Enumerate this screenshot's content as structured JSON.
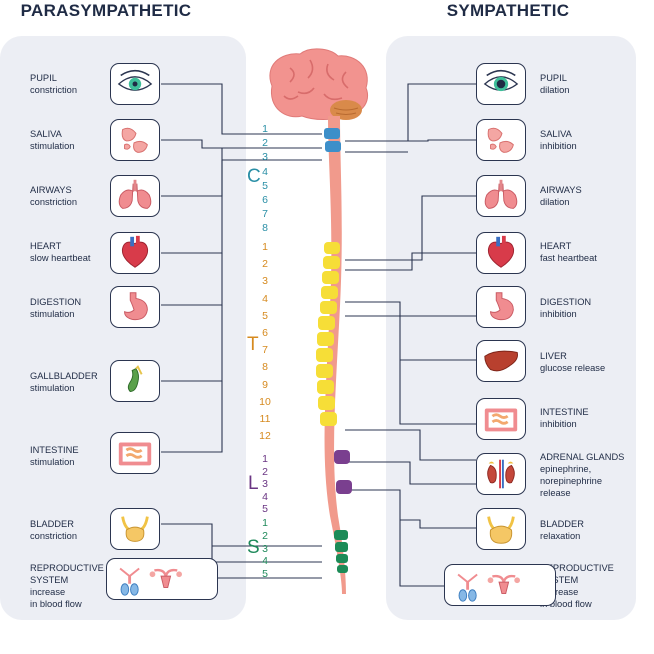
{
  "titles": {
    "left": "PARASYMPATHETIC",
    "right": "SYMPATHETIC"
  },
  "left": [
    {
      "title": "PUPIL",
      "effect": "constriction",
      "icon": "eye-icon"
    },
    {
      "title": "SALIVA",
      "effect": "stimulation",
      "icon": "salivary-gland-icon"
    },
    {
      "title": "AIRWAYS",
      "effect": "constriction",
      "icon": "lungs-icon"
    },
    {
      "title": "HEART",
      "effect": "slow heartbeat",
      "icon": "heart-icon"
    },
    {
      "title": "DIGESTION",
      "effect": "stimulation",
      "icon": "stomach-icon"
    },
    {
      "title": "GALLBLADDER",
      "effect": "stimulation",
      "icon": "gallbladder-icon"
    },
    {
      "title": "INTESTINE",
      "effect": "stimulation",
      "icon": "intestine-icon"
    },
    {
      "title": "BLADDER",
      "effect": "constriction",
      "icon": "bladder-icon"
    },
    {
      "title": "REPRODUCTIVE",
      "title2": "SYSTEM",
      "effect": "increase",
      "effect2": "in blood flow",
      "icon": "reproductive-organs-icon"
    }
  ],
  "right": [
    {
      "title": "PUPIL",
      "effect": "dilation",
      "icon": "eye-icon"
    },
    {
      "title": "SALIVA",
      "effect": "inhibition",
      "icon": "salivary-gland-icon"
    },
    {
      "title": "AIRWAYS",
      "effect": "dilation",
      "icon": "lungs-icon"
    },
    {
      "title": "HEART",
      "effect": "fast heartbeat",
      "icon": "heart-icon"
    },
    {
      "title": "DIGESTION",
      "effect": "inhibition",
      "icon": "stomach-icon"
    },
    {
      "title": "LIVER",
      "effect": "glucose release",
      "icon": "liver-icon"
    },
    {
      "title": "INTESTINE",
      "effect": "inhibition",
      "icon": "intestine-icon"
    },
    {
      "title": "ADRENAL GLANDS",
      "effect": "epinephrine,",
      "effect2": "norepinephrine",
      "effect3": "release",
      "icon": "kidneys-adrenal-icon"
    },
    {
      "title": "BLADDER",
      "effect": "relaxation",
      "icon": "bladder-icon"
    },
    {
      "title": "REPRODUCTIVE",
      "title2": "SYSTEM",
      "effect": "decrease",
      "effect2": "in blood flow",
      "icon": "reproductive-organs-icon"
    }
  ],
  "spine": {
    "sections": [
      {
        "letter": "C",
        "color": "#2a8fa6",
        "numbers": [
          "1",
          "2",
          "3",
          "4",
          "5",
          "6",
          "7",
          "8"
        ]
      },
      {
        "letter": "T",
        "color": "#d68a1f",
        "numbers": [
          "1",
          "2",
          "3",
          "4",
          "5",
          "6",
          "7",
          "8",
          "9",
          "10",
          "11",
          "12"
        ]
      },
      {
        "letter": "L",
        "color": "#6a3583",
        "numbers": [
          "1",
          "2",
          "3",
          "4",
          "5"
        ]
      },
      {
        "letter": "S",
        "color": "#1f8a5b",
        "numbers": [
          "1",
          "2",
          "3",
          "4",
          "5"
        ]
      }
    ]
  },
  "colors": {
    "text": "#1f2b45",
    "panel": "#eceef4",
    "brain": "#f2938f",
    "cord": "#f19a8c",
    "cervical": "#3d8fc9",
    "thoracic": "#f6de37",
    "lumbar": "#7a3f8f",
    "sacral": "#1c8b57"
  }
}
